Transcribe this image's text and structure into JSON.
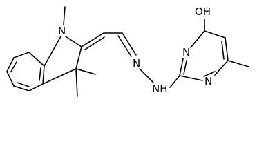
{
  "molecule": {
    "atoms": {
      "n_indoline": "N",
      "n_hydrazone_1": "N",
      "n_hydrazone_2": "NH",
      "n_pyrimidine_1": "N",
      "n_pyrimidine_2": "N",
      "hydroxyl": "OH"
    }
  },
  "colors": {
    "bond": "#000000",
    "background": "#ffffff"
  }
}
